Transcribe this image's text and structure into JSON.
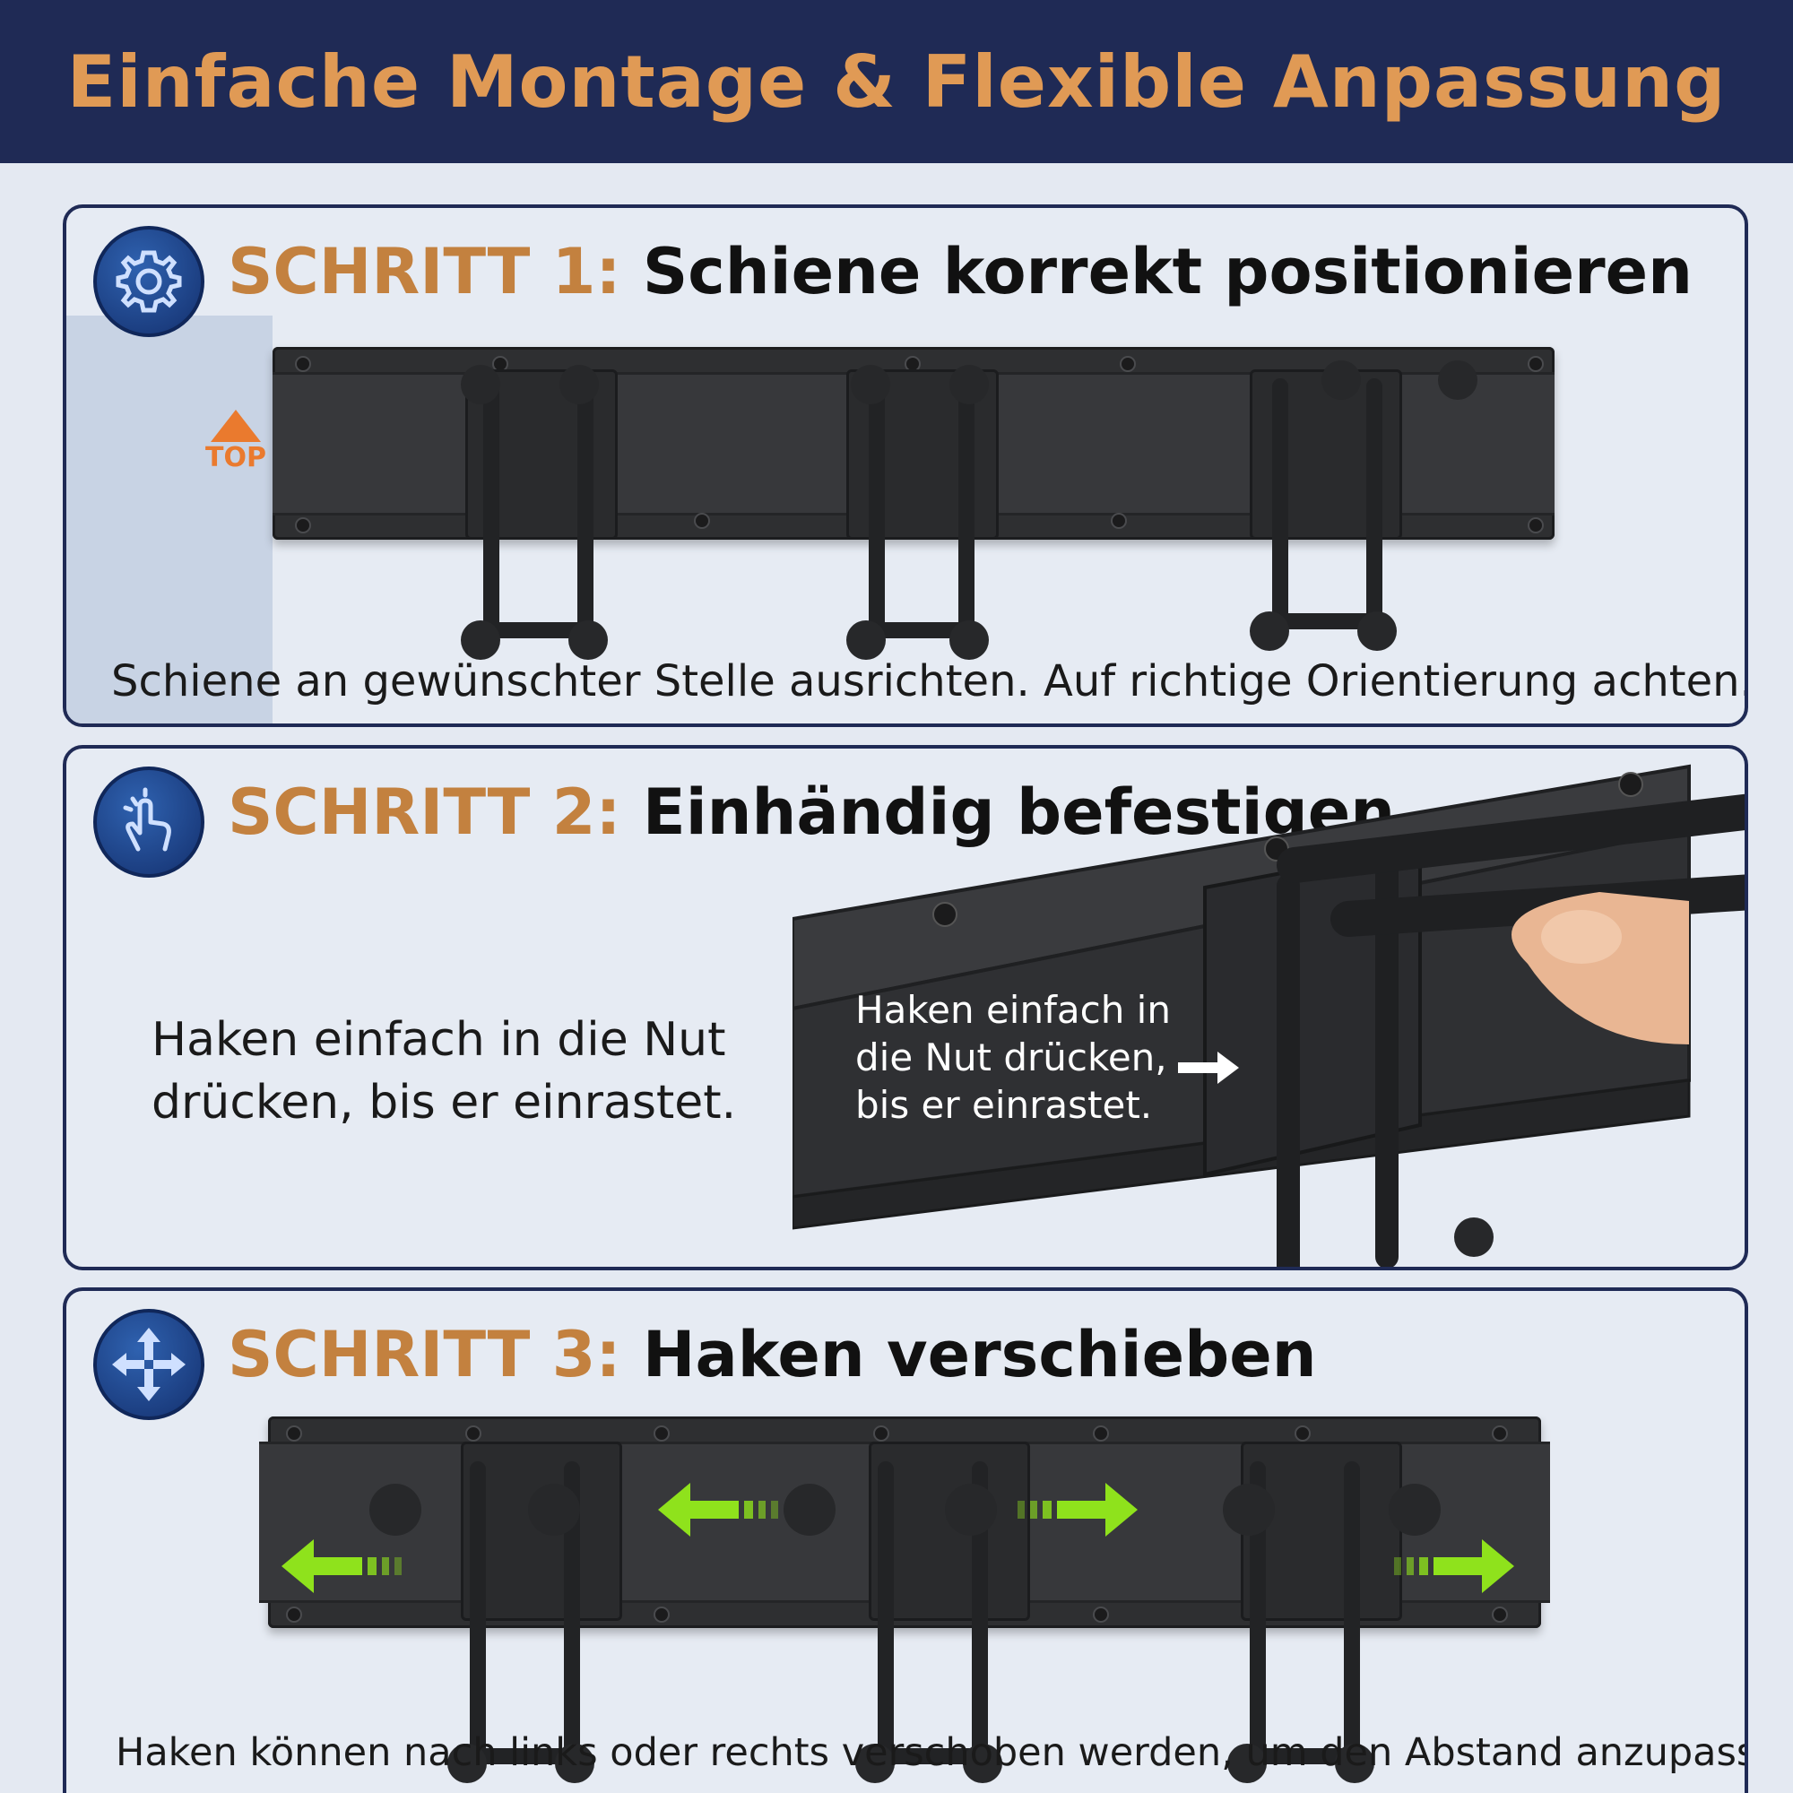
{
  "header": {
    "title": "Einfache Montage & Flexible Anpassung"
  },
  "colors": {
    "navy": "#1f2a55",
    "orange": "#e09a55",
    "step_label": "#c3813f",
    "arrow_green": "#8fe21c",
    "top_marker": "#ea7a2e"
  },
  "step1": {
    "icon": "gear-icon",
    "label": "SCHRITT 1:",
    "title": "Schiene korrekt positionieren",
    "top_marker": "TOP",
    "caption": "Schiene an gewünschter Stelle ausrichten. Auf richtige Orientierung achten."
  },
  "step2": {
    "icon": "hand-press-icon",
    "label": "SCHRITT 2:",
    "title": "Einhändig befestigen",
    "caption_left_line1": "Haken einfach in die Nut",
    "caption_left_line2": "drücken, bis er einrastet.",
    "callout_line1": "Haken einfach in",
    "callout_line2": "die Nut drücken,",
    "callout_line3": "bis er einrastet."
  },
  "step3": {
    "icon": "move-arrows-icon",
    "label": "SCHRITT 3:",
    "title": "Haken verschieben",
    "caption": "Haken können nach links oder rechts verschoben werden, um den Abstand anzupassen."
  }
}
